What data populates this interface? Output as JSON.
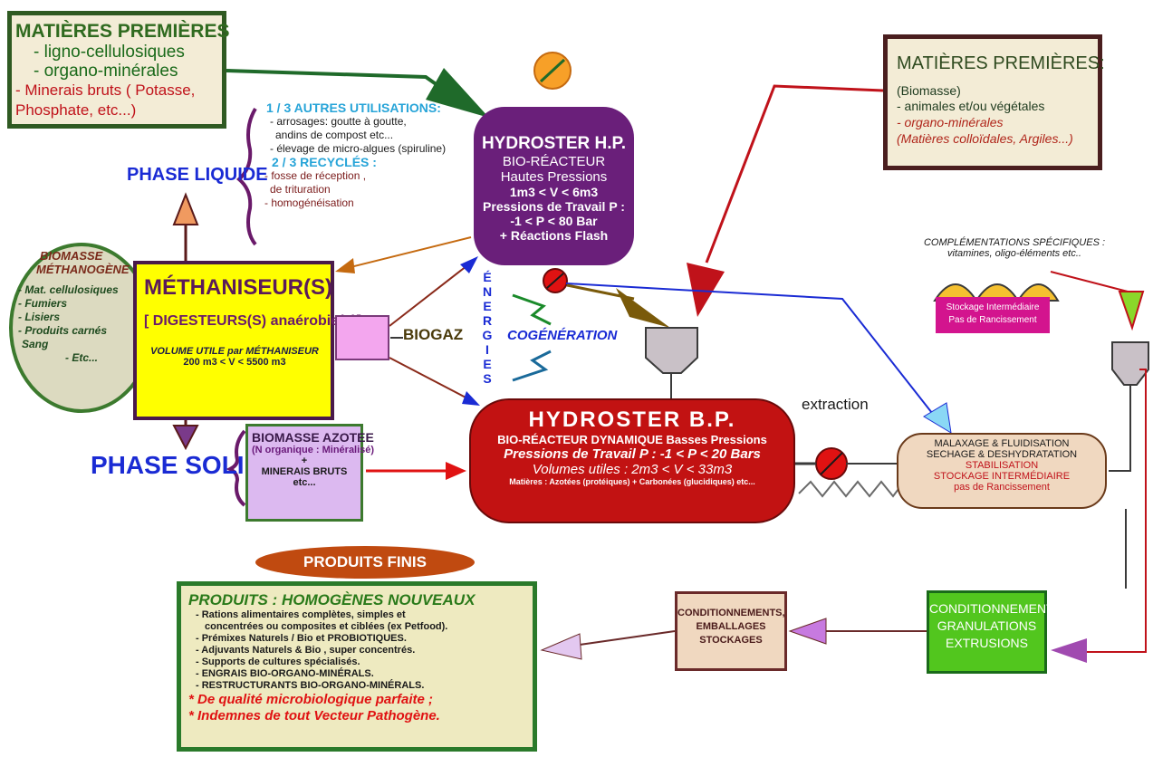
{
  "mp_left": {
    "title": "MATIÈRES PREMIÈRES",
    "items": [
      "- ligno-cellulosiques",
      "- organo-minérales"
    ],
    "red1": "- Minerais bruts ( Potasse,",
    "red2": "Phosphate, etc...)"
  },
  "mp_right": {
    "title": "MATIÈRES PREMIÈRES:",
    "line1": "(Biomasse)",
    "line2": "- animales et/ou végétales",
    "red1": "- organo-minérales",
    "red2": "(Matières colloïdales, Argiles...)"
  },
  "autres": {
    "title1": "1 / 3 AUTRES UTILISATIONS:",
    "l1": "- arrosages: goutte à goutte,",
    "l2": "andins de compost etc...",
    "l3": "- élevage de micro-algues (spiruline)",
    "title2": "2 / 3 RECYCLÉS :",
    "l4": "- fosse de réception ,",
    "l5": "de trituration",
    "l6": "- homogénéisation"
  },
  "phase_liquide": "PHASE LIQUIDE",
  "phase_solide": "PHASE SOLIDE",
  "biomasse_meth": {
    "t1": "BIOMASSE",
    "t2": "MÉTHANOGÈNE",
    "items": [
      "- Mat. cellulosiques",
      "- Fumiers",
      "- Lisiers",
      "- Produits carnés",
      "Sang",
      "- Etc..."
    ]
  },
  "methaniseur": {
    "title": "MÉTHANISEUR(S)",
    "digesteur": "[ DIGESTEURS(S) anaérobie(s)]",
    "volume": "VOLUME UTILE par MÉTHANISEUR",
    "range": "200 m3 < V < 5500 m3"
  },
  "biogaz": "BIOGAZ",
  "hp": {
    "title": "HYDROSTER H.P.",
    "l1": "BIO-RÉACTEUR",
    "l2": "Hautes Pressions",
    "l3": "1m3 < V < 6m3",
    "l4": "Pressions de Travail P :",
    "l5": "-1 < P < 80 Bar",
    "l6": "+ Réactions Flash"
  },
  "energies": [
    "É",
    "N",
    "E",
    "R",
    "G",
    "I",
    "E",
    "S"
  ],
  "cogeneration": "COGÉNÉRATION",
  "bp": {
    "title": "HYDROSTER B.P.",
    "l1": "BIO-RÉACTEUR DYNAMIQUE Basses Pressions",
    "l2": "Pressions de Travail P : -1 < P < 20 Bars",
    "l3": "Volumes utiles : 2m3 < V < 33m3",
    "l4": "Matières : Azotées (protéiques) + Carbonées (glucidiques) etc..."
  },
  "extraction": "extraction",
  "azote": {
    "title": "BIOMASSE AZOTEE",
    "n": "(N organique : Minéralisé)",
    "plus": "+",
    "m1": "MINERAIS BRUTS",
    "m2": "etc..."
  },
  "complementations": {
    "l1": "COMPLÉMENTATIONS SPÉCIFIQUES :",
    "l2": "vitamines, oligo-éléments etc.."
  },
  "stockage_int": {
    "l1": "Stockage Intermédiaire",
    "l2": "Pas de Rancissement"
  },
  "malaxage": {
    "l1": "MALAXAGE & FLUIDISATION",
    "l2": "SECHAGE & DESHYDRATATION",
    "l3": "STABILISATION",
    "l4": "STOCKAGE INTERMÉDIAIRE",
    "l5": "pas de Rancissement"
  },
  "produits_finis": "PRODUITS FINIS",
  "produits": {
    "title": "PRODUITS : HOMOGÈNES NOUVEAUX",
    "items": [
      "- Rations alimentaires complètes, simples et",
      "concentrées ou composites et ciblées (ex Petfood).",
      "- Prémixes Naturels / Bio et PROBIOTIQUES.",
      "- Adjuvants Naturels & Bio , super concentrés.",
      "- Supports de cultures spécialisés.",
      "- ENGRAIS BIO-ORGANO-MINÉRALS.",
      "- RESTRUCTURANTS BIO-ORGANO-MINÉRALS."
    ],
    "r1": "* De qualité microbiologique parfaite ;",
    "r2": "* Indemnes de tout Vecteur Pathogène."
  },
  "cond1": {
    "l1": "CONDITIONNEMENTS,",
    "l2": "EMBALLAGES",
    "l3": "STOCKAGES"
  },
  "cond2": {
    "l1": "CONDITIONNEMENTS",
    "l2": "GRANULATIONS",
    "l3": "EXTRUSIONS"
  }
}
